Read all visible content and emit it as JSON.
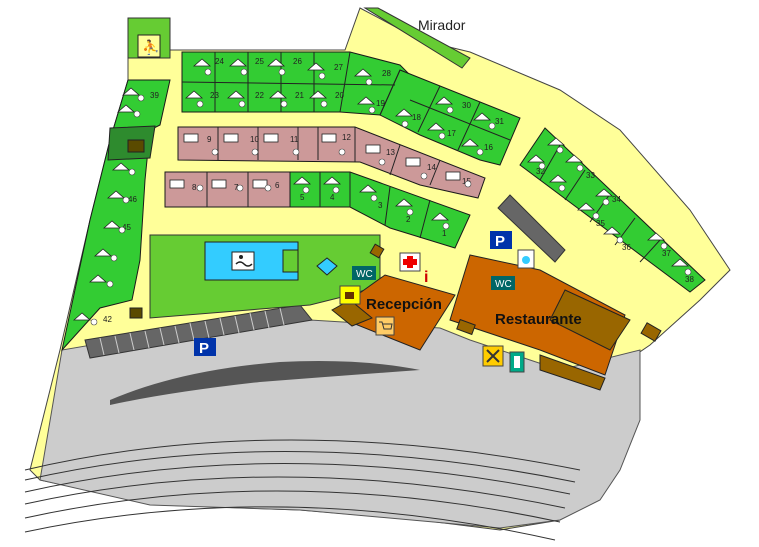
{
  "labels": {
    "mirador": "Mirador",
    "recepcion": "Recepción",
    "restaurante": "Restaurante",
    "parking_symbol": "P",
    "wc": "WC",
    "info": "i"
  },
  "plots": {
    "green_top_row": [
      "24",
      "25",
      "26",
      "27",
      "28"
    ],
    "green_second_row": [
      "23",
      "22",
      "21",
      "20",
      "19"
    ],
    "green_diag": [
      "18",
      "30",
      "17",
      "31",
      "16"
    ],
    "pink_top": [
      "9",
      "10",
      "11",
      "12",
      "13",
      "14",
      "15"
    ],
    "pink_bottom": [
      "8",
      "7",
      "6"
    ],
    "green_lower": [
      "5",
      "4",
      "3",
      "2",
      "1"
    ],
    "left_column": [
      "39",
      "46",
      "45",
      "42"
    ],
    "right_strip": [
      "32",
      "33",
      "34",
      "35",
      "36",
      "37",
      "38"
    ]
  },
  "colors": {
    "grass": "#33cc33",
    "dark_grass": "#2e8b2e",
    "light_grass": "#66cc33",
    "sand": "#ffff99",
    "road": "#cccccc",
    "plot_pink": "#cc9999",
    "building": "#cc6600",
    "pool": "#33ccff"
  },
  "icons": [
    "parking-icon",
    "wc-icon",
    "first-aid-icon",
    "info-icon",
    "cafe-icon",
    "shop-cart-icon",
    "tools-icon",
    "phone-icon",
    "pool-swim-icon",
    "sports-icon",
    "laundry-icon"
  ]
}
